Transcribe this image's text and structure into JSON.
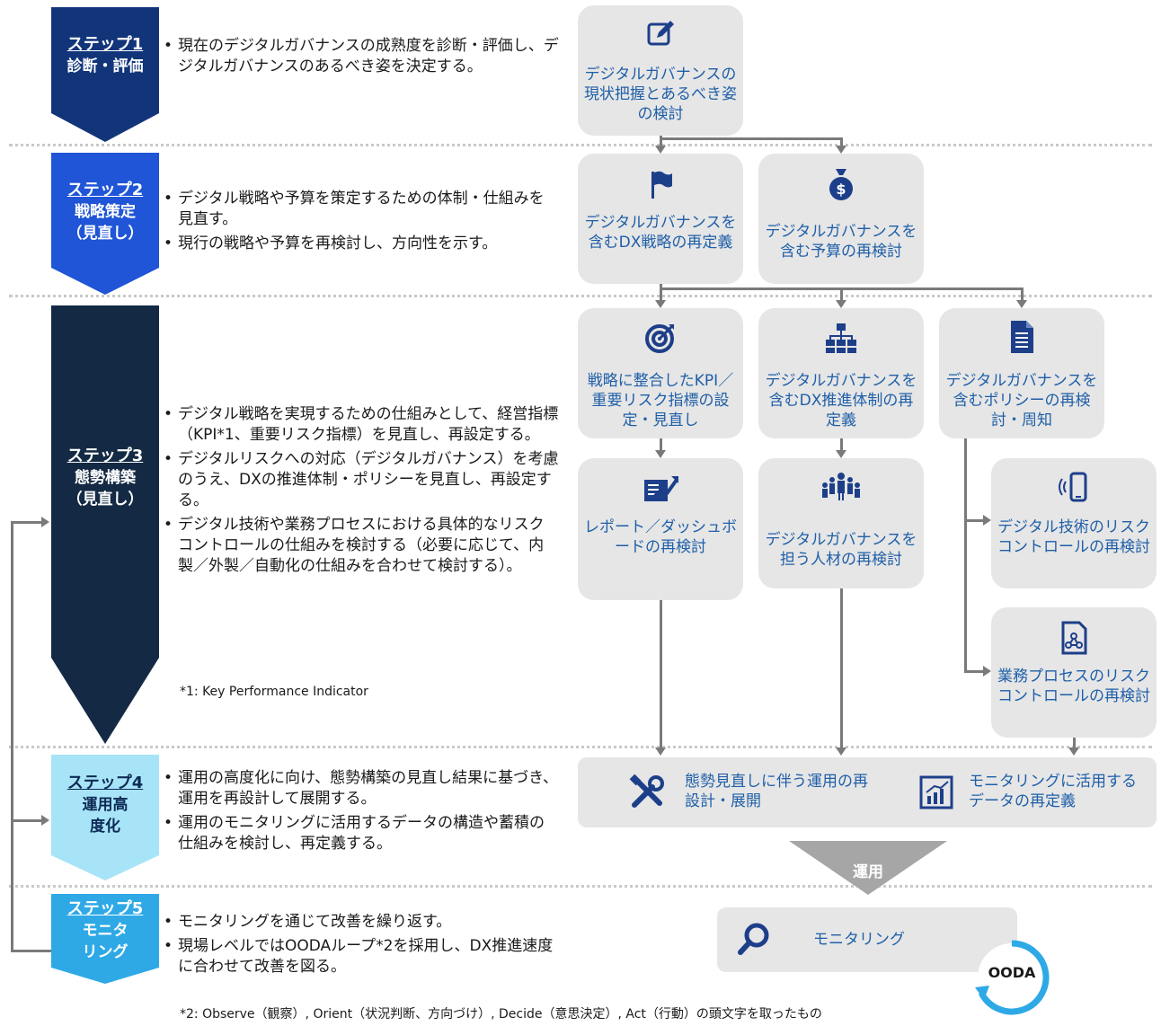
{
  "steps": [
    {
      "label": "ステップ1",
      "title": "診断・評価",
      "bullets": [
        "現在のデジタルガバナンスの成熟度を診断・評価し、デジタルガバナンスのあるべき姿を決定する。"
      ]
    },
    {
      "label": "ステップ2",
      "title": "戦略策定（見直し）",
      "bullets": [
        "デジタル戦略や予算を策定するための体制・仕組みを見直す。",
        "現行の戦略や予算を再検討し、方向性を示す。"
      ]
    },
    {
      "label": "ステップ3",
      "title": "態勢構築（見直し）",
      "bullets": [
        "デジタル戦略を実現するための仕組みとして、経営指標（KPI*1、重要リスク指標）を見直し、再設定する。",
        "デジタルリスクへの対応（デジタルガバナンス）を考慮のうえ、DXの推進体制・ポリシーを見直し、再設定する。",
        "デジタル技術や業務プロセスにおける具体的なリスクコントロールの仕組みを検討する（必要に応じて、内製／外製／自動化の仕組みを合わせて検討する）。"
      ],
      "note": "*1: Key Performance Indicator"
    },
    {
      "label": "ステップ4",
      "title": "運用高度化",
      "bullets": [
        "運用の高度化に向け、態勢構築の見直し結果に基づき、運用を再設計して展開する。",
        "運用のモニタリングに活用するデータの構造や蓄積の仕組みを検討し、再定義する。"
      ]
    },
    {
      "label": "ステップ5",
      "title": "モニタリング",
      "bullets": [
        "モニタリングを通じて改善を繰り返す。",
        "現場レベルではOODAループ*2を採用し、DX推進速度に合わせて改善を図る。"
      ]
    }
  ],
  "boxes": {
    "b1": {
      "text": "デジタルガバナンスの現状把握とあるべき姿の検討",
      "icon": "edit-icon"
    },
    "b2": {
      "text": "デジタルガバナンスを含むDX戦略の再定義",
      "icon": "flag-icon"
    },
    "b3": {
      "text": "デジタルガバナンスを含む予算の再検討",
      "icon": "money-bag-icon"
    },
    "b4": {
      "text": "戦略に整合したKPI／重要リスク指標の設定・見直し",
      "icon": "target-icon"
    },
    "b5": {
      "text": "デジタルガバナンスを含むDX推進体制の再定義",
      "icon": "org-chart-icon"
    },
    "b6": {
      "text": "デジタルガバナンスを含むポリシーの再検討・周知",
      "icon": "document-icon"
    },
    "b7": {
      "text": "レポート／ダッシュボードの再検討",
      "icon": "report-chart-icon"
    },
    "b8": {
      "text": "デジタルガバナンスを担う人材の再検討",
      "icon": "people-icon"
    },
    "b9": {
      "text": "デジタル技術のリスクコントロールの再検討",
      "icon": "mobile-icon"
    },
    "b10": {
      "text": "業務プロセスのリスクコントロールの再検討",
      "icon": "process-icon"
    }
  },
  "ops": {
    "redesign": "態勢見直しに伴う運用の再設計・展開",
    "data": "モニタリングに活用するデータの再定義",
    "arrow_label": "運用",
    "monitoring": "モニタリング",
    "ooda": "OODA"
  },
  "footnote2": "*2: Observe（観察）, Orient（状況判断、方向づけ）, Decide（意思決定）, Act（行動）の頭文字を取ったもの",
  "colors": {
    "step1": "#12357a",
    "step2": "#1f55d6",
    "step3": "#142a44",
    "step4": "#a7e4f7",
    "step5": "#2ea9e6",
    "box_text": "#1f5fa8",
    "box_bg": "#e6e6e6"
  }
}
